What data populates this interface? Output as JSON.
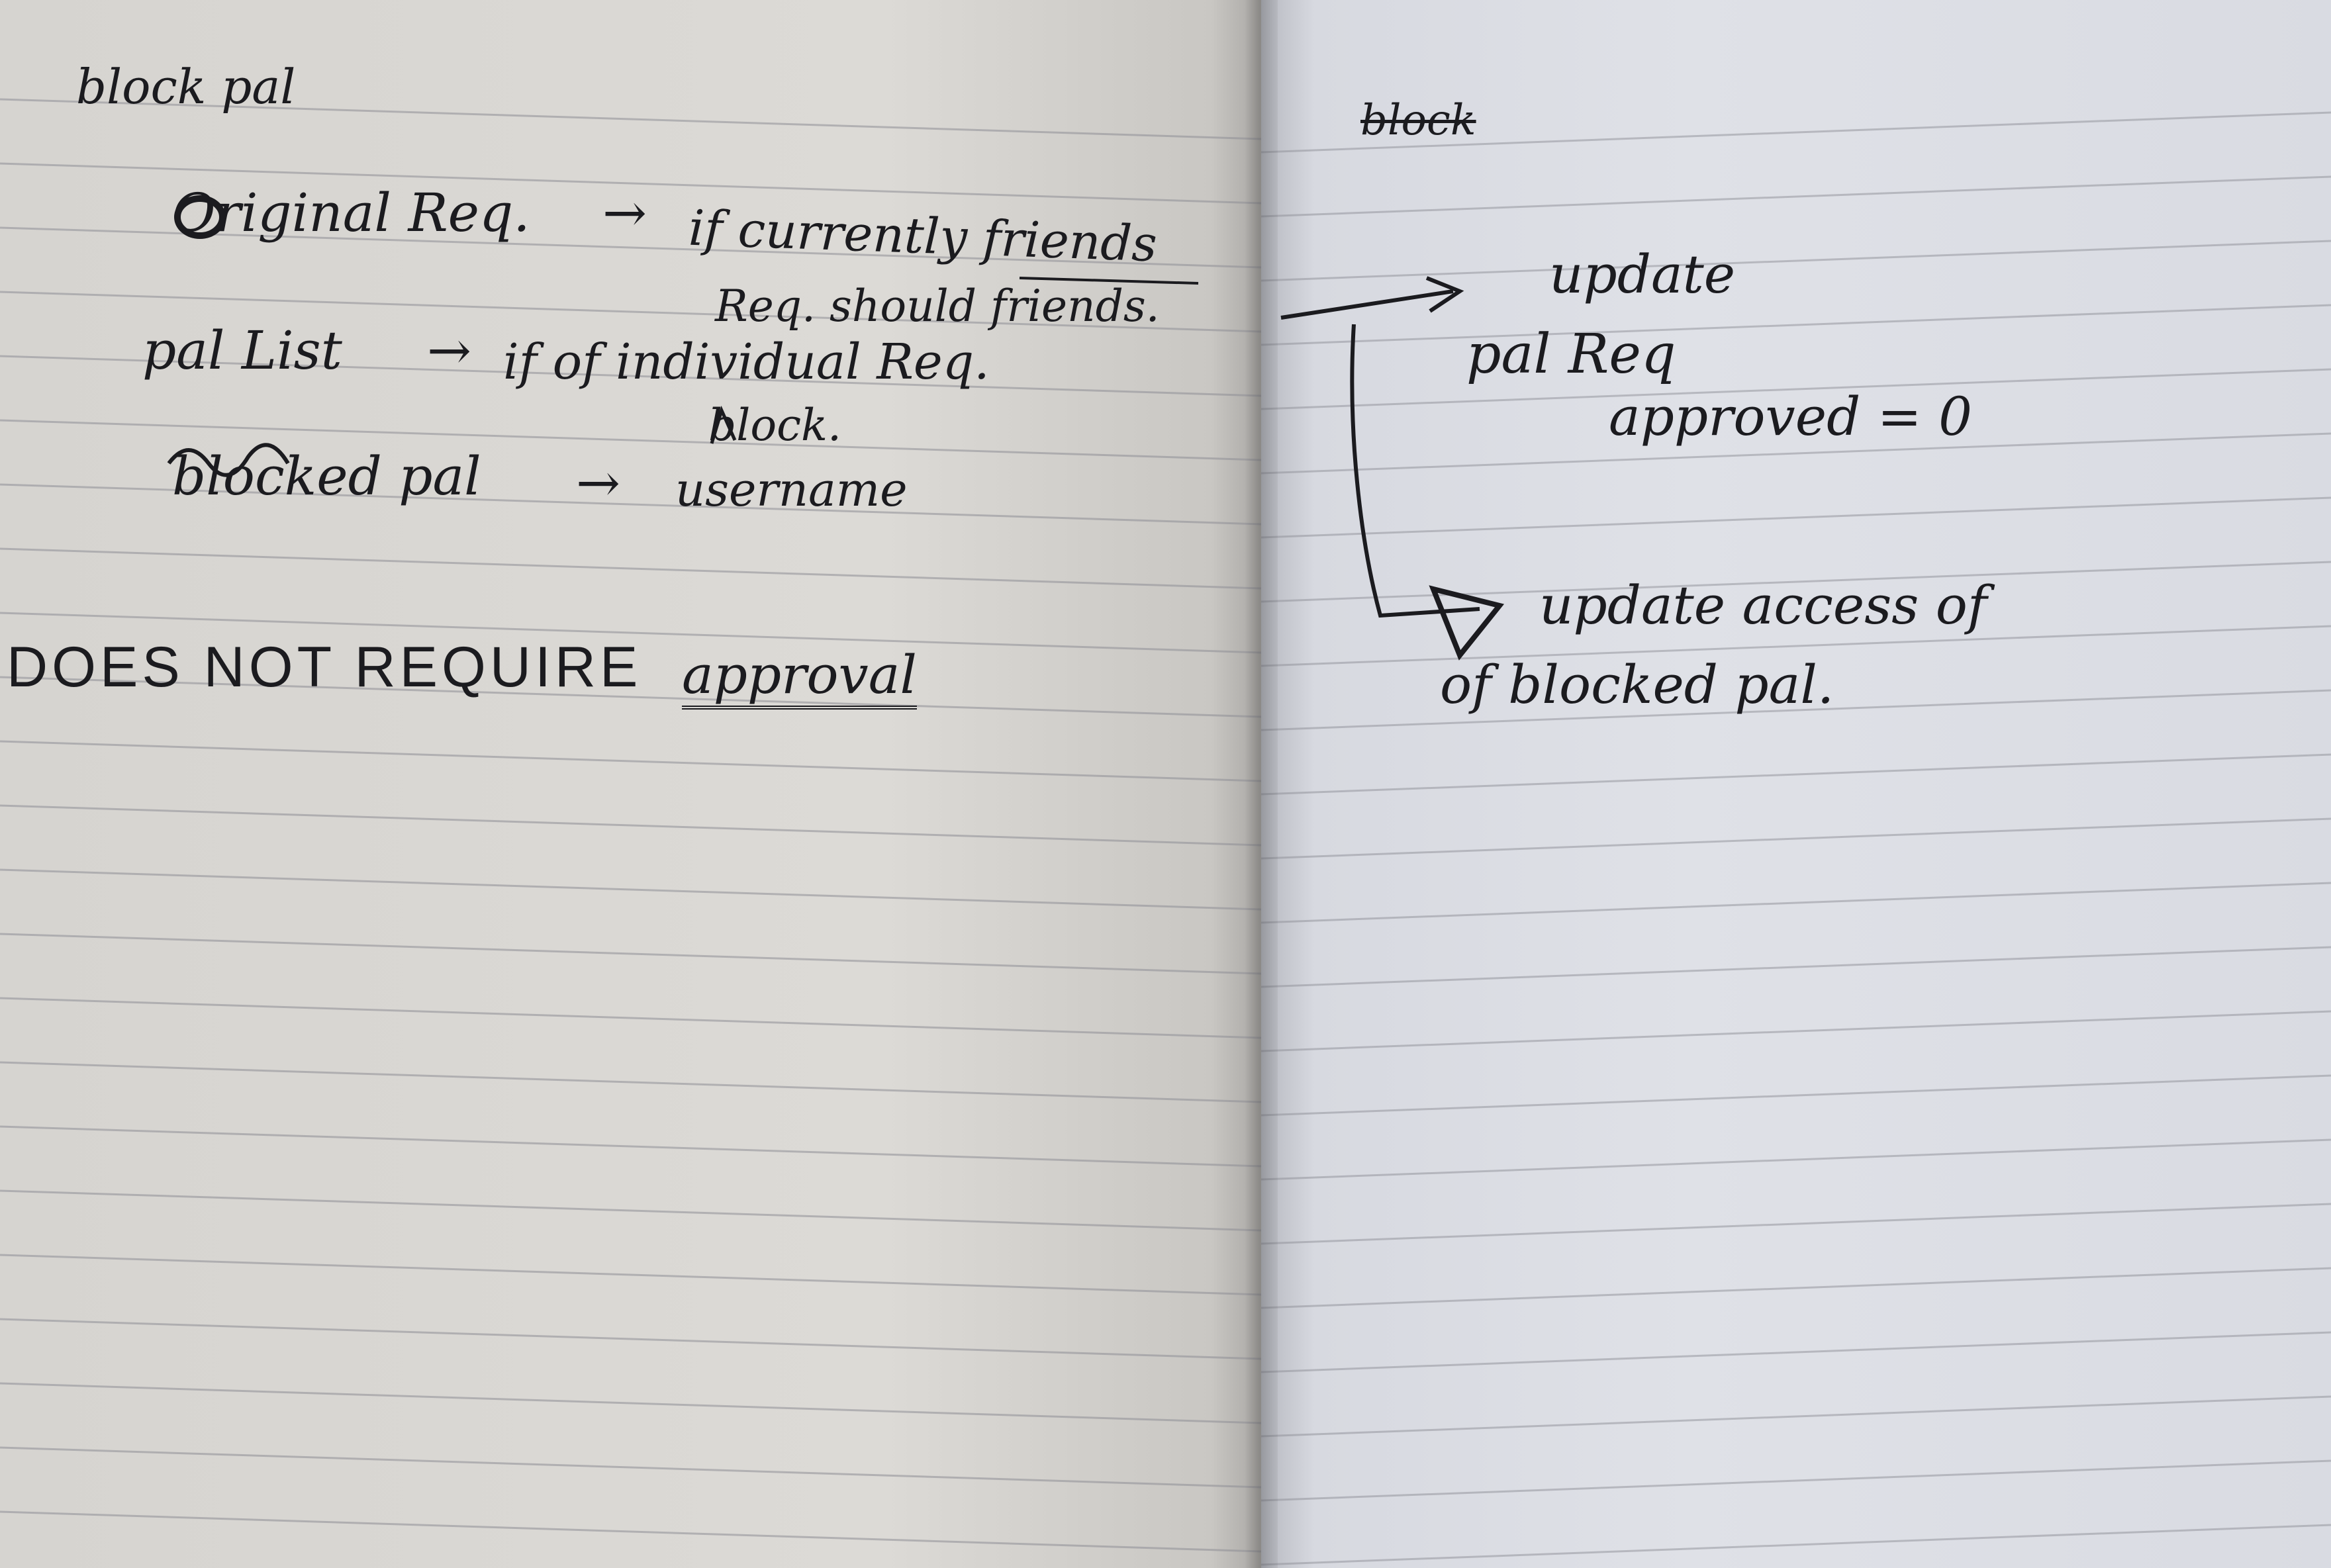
{
  "left_page": {
    "heading": "block pal",
    "rows": [
      {
        "label": "Original Req.",
        "arrow": "→",
        "note": "if currently friends"
      },
      {
        "label": "",
        "arrow": "",
        "note": "Req. should friends."
      },
      {
        "label": "pal List",
        "arrow": "→",
        "note": "if of individual Req."
      },
      {
        "label": "",
        "arrow": "",
        "note": "block."
      },
      {
        "label": "blocked pal",
        "arrow": "→",
        "note": "username"
      }
    ],
    "notice_text": "DOES NOT REQUIRE",
    "notice_emphasis": "approval"
  },
  "right_page": {
    "struck_word": "block",
    "step1_title": "update",
    "step1_target": "pal Req",
    "step1_detail": "approved = 0",
    "step2_title": "update access of",
    "step2_target": "of blocked pal."
  },
  "colors": {
    "ink": "#1b1b1f",
    "left_paper": "#d8d6d2",
    "right_paper": "#dcdee5",
    "rule_line": "#8f8f96"
  }
}
